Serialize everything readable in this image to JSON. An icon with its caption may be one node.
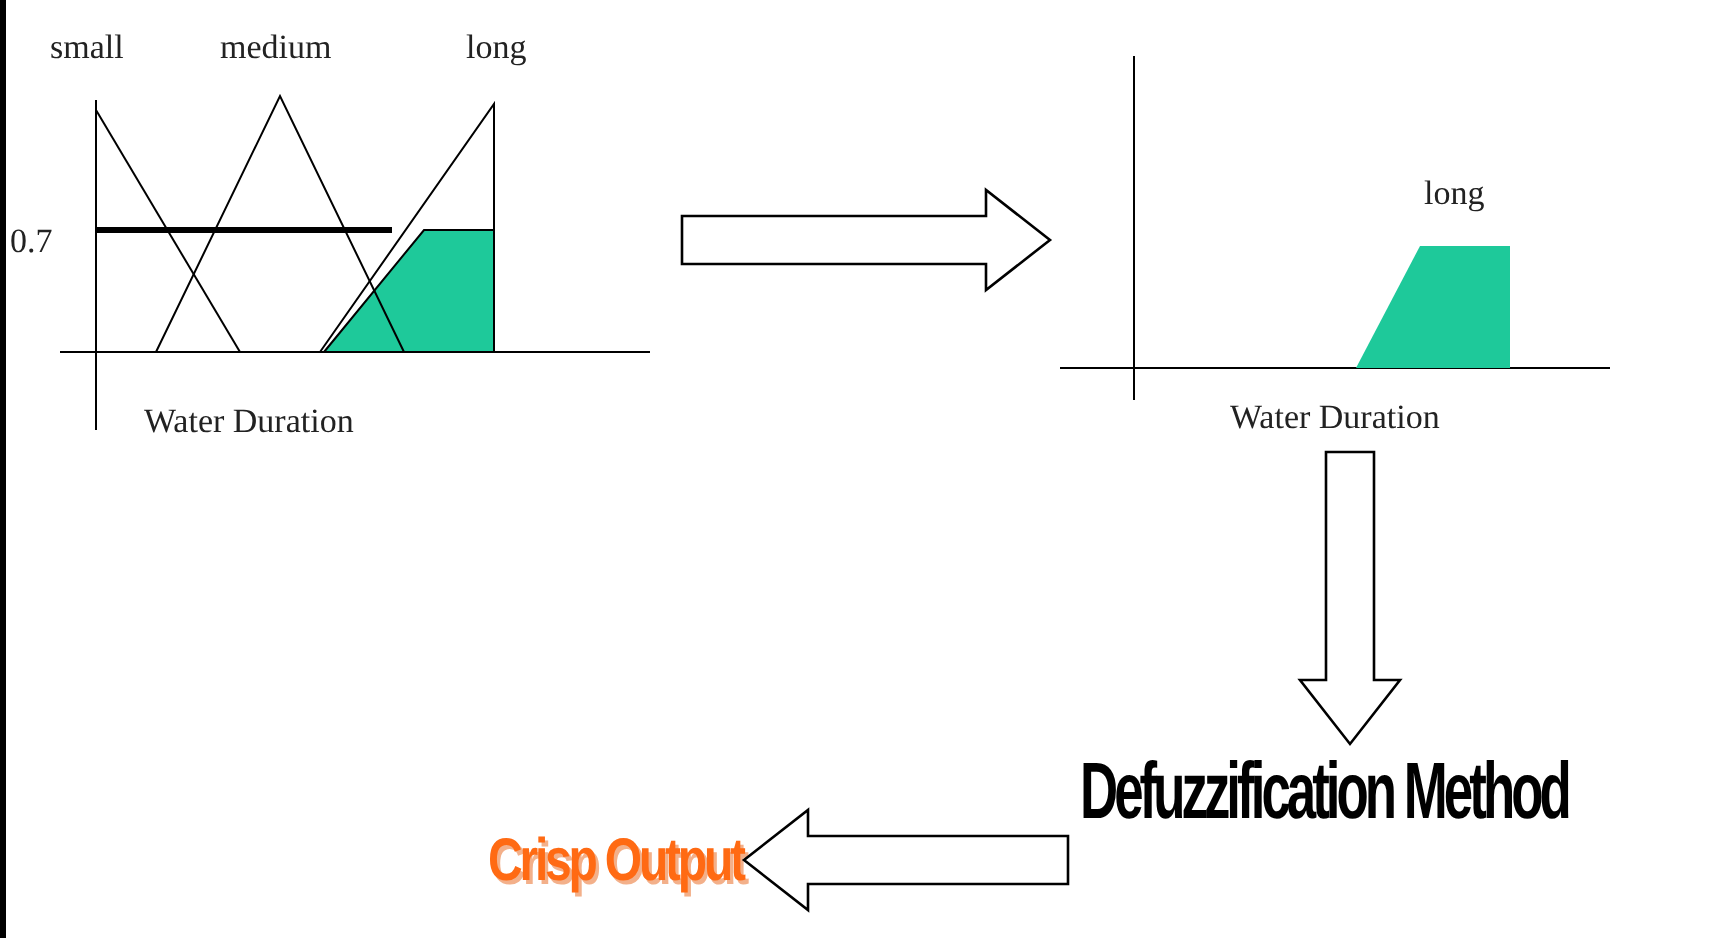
{
  "diagram": {
    "nodes": [
      {
        "text": [
          "small",
          "medium",
          "long",
          "0.7",
          "Water Duration"
        ]
      },
      {
        "text": [
          "long",
          "Water Duration"
        ]
      },
      {
        "text": [
          "Defuzzification Method"
        ]
      },
      {
        "text": [
          "Crisp Output"
        ]
      }
    ],
    "edges": [
      {
        "from": 0,
        "to": 1,
        "arrow": "to"
      },
      {
        "from": 1,
        "to": 2,
        "arrow": "to"
      },
      {
        "from": 2,
        "to": 3,
        "arrow": "to"
      }
    ]
  }
}
